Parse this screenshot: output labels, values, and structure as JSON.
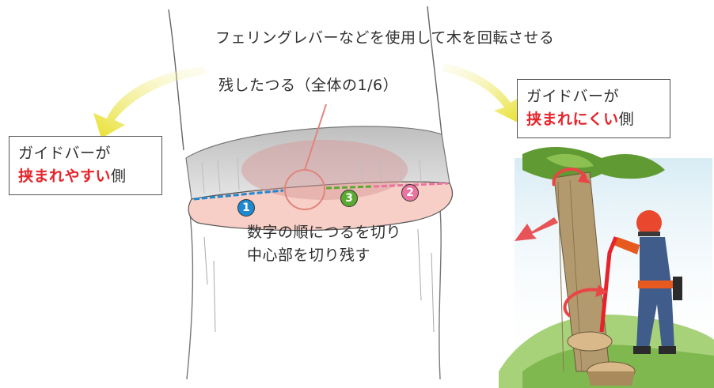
{
  "title": "フェリングレバーなどを使用して木を回転させる",
  "hinge_label": "残したつる（全体の1/6）",
  "left_box": {
    "line1": "ガイドバーが",
    "highlight": "挟まれやすい",
    "suffix": "側"
  },
  "right_box": {
    "line1": "ガイドバーが",
    "highlight": "挟まれにくい",
    "suffix": "側"
  },
  "instruction": {
    "line1": "数字の順につるを切り",
    "line2": "中心部を切り残す"
  },
  "cut_steps": [
    {
      "number": "1",
      "color": "#1e88d0"
    },
    {
      "number": "2",
      "color": "#e9749f"
    },
    {
      "number": "3",
      "color": "#5aaa32"
    }
  ],
  "colors": {
    "arrow_yellow": "#e8e02a",
    "highlight_red": "#e6232a",
    "cut_pink": "#f7c8c0",
    "hinge_ring": "#e0847c",
    "fall_arrow": "#e6363a",
    "rotate_arrow": "#e94545"
  }
}
